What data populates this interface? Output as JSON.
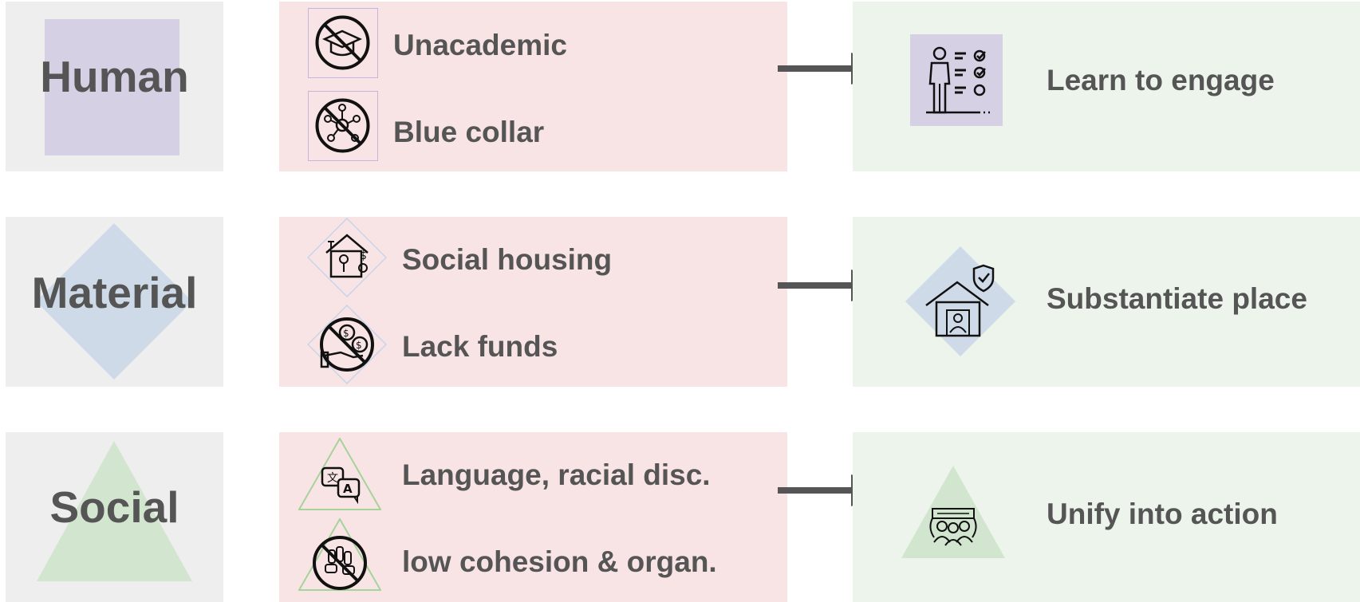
{
  "colors": {
    "category_bg": "#eeeeee",
    "barrier_bg": "#f8e4e4",
    "result_bg": "#edf4ec",
    "human_accent": "#d6d0e4",
    "material_accent": "#cfdae8",
    "social_accent": "#d2e6cf",
    "text": "#555555",
    "arrow": "#555555"
  },
  "rows": [
    {
      "category": "Human",
      "shape": "square",
      "barriers": [
        {
          "label": "Unacademic",
          "icon": "no-graduation-cap-icon"
        },
        {
          "label": "Blue collar",
          "icon": "no-network-icon"
        }
      ],
      "result": {
        "label": "Learn to engage",
        "icon": "person-checklist-icon"
      }
    },
    {
      "category": "Material",
      "shape": "diamond",
      "barriers": [
        {
          "label": "Social housing",
          "icon": "house-cost-icon"
        },
        {
          "label": "Lack funds",
          "icon": "no-money-hand-icon"
        }
      ],
      "result": {
        "label": "Substantiate place",
        "icon": "secure-home-icon"
      }
    },
    {
      "category": "Social",
      "shape": "triangle",
      "barriers": [
        {
          "label": "Language, racial disc.",
          "icon": "translate-icon"
        },
        {
          "label": "low cohesion & organ.",
          "icon": "no-joined-hands-icon"
        }
      ],
      "result": {
        "label": "Unify into action",
        "icon": "group-banner-icon"
      }
    }
  ]
}
